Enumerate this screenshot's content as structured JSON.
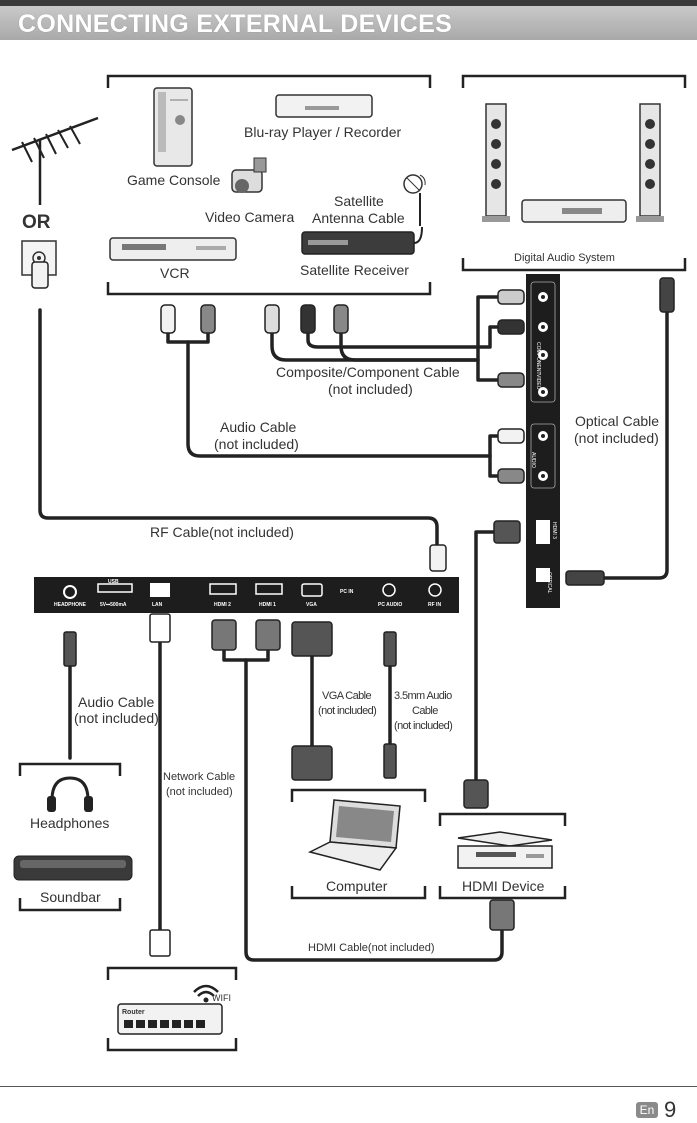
{
  "header": {
    "title": "CONNECTING EXTERNAL DEVICES"
  },
  "devices": {
    "bluray": "Blu-ray Player / Recorder",
    "game_console": "Game Console",
    "video_camera": "Video Camera",
    "satellite_antenna_line1": "Satellite",
    "satellite_antenna_line2": "Antenna Cable",
    "vcr": "VCR",
    "satellite_receiver": "Satellite Receiver",
    "digital_audio_system": "Digital Audio System",
    "or_label": "OR",
    "headphones": "Headphones",
    "soundbar": "Soundbar",
    "computer": "Computer",
    "hdmi_device": "HDMI Device",
    "router": "Router",
    "wifi": "WIFI"
  },
  "cables": {
    "composite_line1": "Composite/Component Cable",
    "composite_line2": "(not included)",
    "audio_line1": "Audio Cable",
    "audio_line2": "(not included)",
    "optical_line1": "Optical Cable",
    "optical_line2": "(not included)",
    "rf": "RF Cable(not included)",
    "audio_bottom_line1": "Audio Cable",
    "audio_bottom_line2": "(not included)",
    "network_line1": "Network Cable",
    "network_line2": "(not included)",
    "vga_line1": "VGA Cable",
    "vga_line2": "(not included)",
    "audio35_line1": "3.5mm Audio",
    "audio35_line2": "Cable",
    "audio35_line3": "(not included)",
    "hdmi_bottom": "HDMI Cable(not included)"
  },
  "ports": {
    "headphone": "HEADPHONE",
    "usb": "USB",
    "usb_rating": "5V⎓500mA",
    "lan": "LAN",
    "hdmi2": "HDMI 2",
    "hdmi1": "HDMI 1",
    "vga": "VGA",
    "pc_in": "PC IN",
    "pc_audio": "PC AUDIO",
    "rf_in": "RF IN",
    "component": "COMPONENT",
    "video": "VIDEO",
    "audio": "AUDIO",
    "hdmi3": "HDMI 3",
    "optical": "OPTICAL"
  },
  "footer": {
    "language": "En",
    "page_number": "9"
  }
}
